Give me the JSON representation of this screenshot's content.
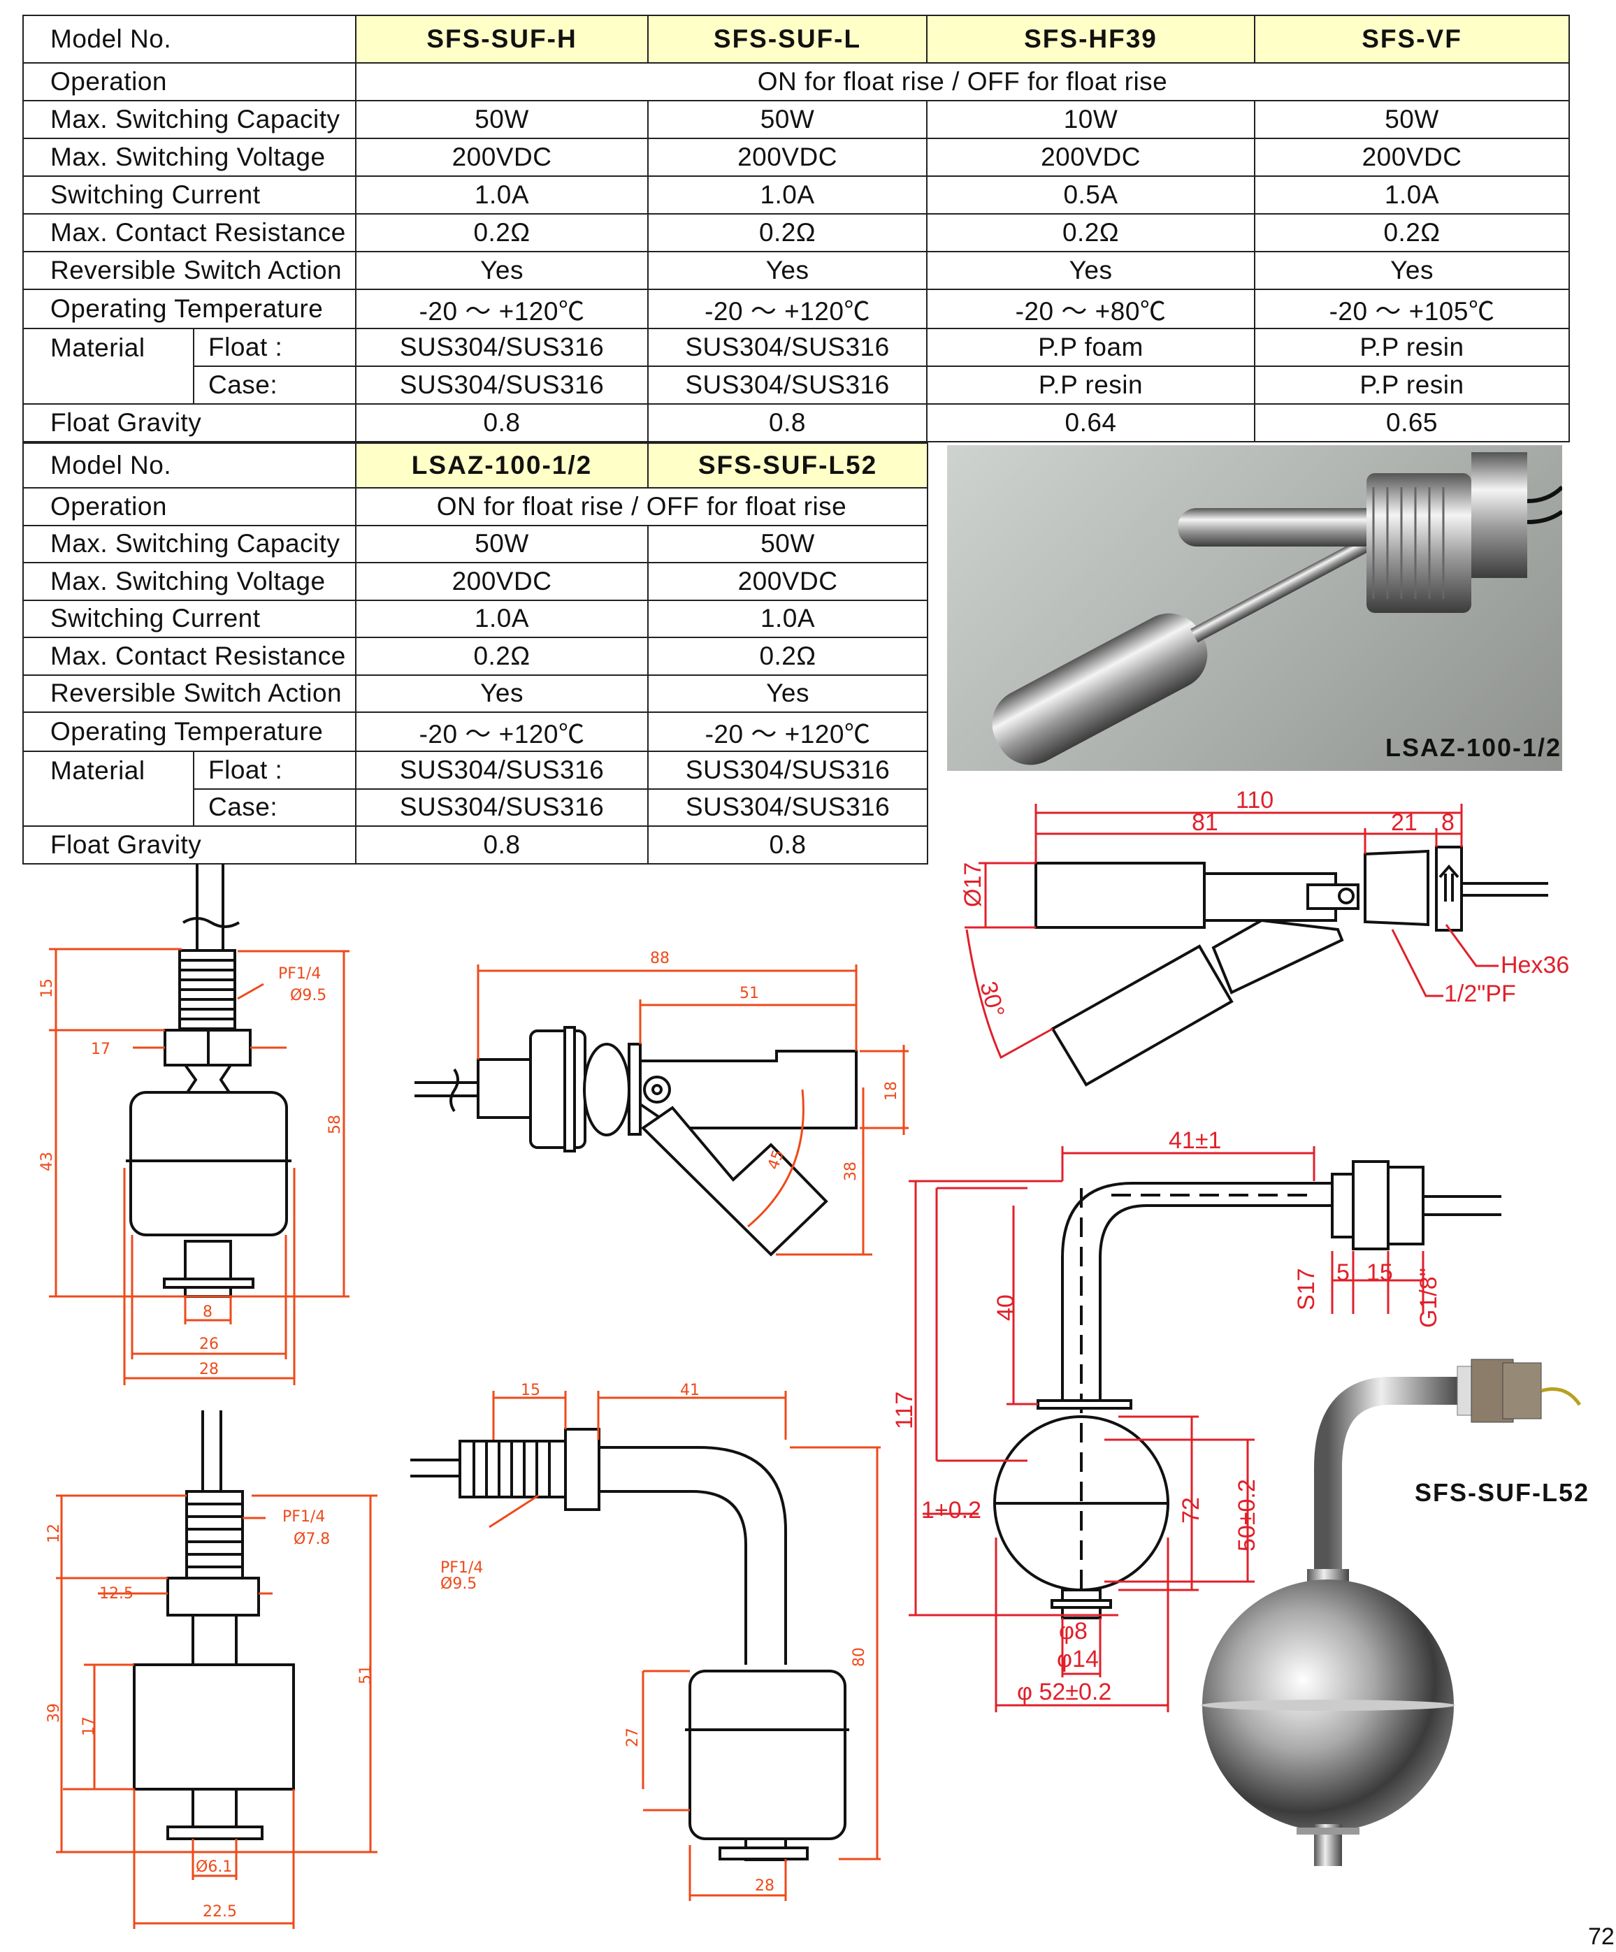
{
  "table1": {
    "header_label": "Model No.",
    "models": [
      "SFS-SUF-H",
      "SFS-SUF-L",
      "SFS-HF39",
      "SFS-VF"
    ],
    "operation": {
      "label": "Operation",
      "value": "ON for float rise   /   OFF for float rise"
    },
    "rows": [
      {
        "label": "Max. Switching Capacity",
        "values": [
          "50W",
          "50W",
          "10W",
          "50W"
        ]
      },
      {
        "label": "Max. Switching Voltage",
        "values": [
          "200VDC",
          "200VDC",
          "200VDC",
          "200VDC"
        ]
      },
      {
        "label": "Switching Current",
        "values": [
          "1.0A",
          "1.0A",
          "0.5A",
          "1.0A"
        ]
      },
      {
        "label": "Max. Contact Resistance",
        "values": [
          "0.2Ω",
          "0.2Ω",
          "0.2Ω",
          "0.2Ω"
        ]
      },
      {
        "label": "Reversible Switch Action",
        "values": [
          "Yes",
          "Yes",
          "Yes",
          "Yes"
        ]
      },
      {
        "label": "Operating Temperature",
        "values": [
          "-20 ～ +120℃",
          "-20 ～ +120℃",
          "-20 ～ +80℃",
          "-20 ～ +105℃"
        ]
      }
    ],
    "material": {
      "label": "Material",
      "float_label": "Float :",
      "case_label": "Case:",
      "float": [
        "SUS304/SUS316",
        "SUS304/SUS316",
        "P.P foam",
        "P.P resin"
      ],
      "case": [
        "SUS304/SUS316",
        "SUS304/SUS316",
        "P.P resin",
        "P.P resin"
      ]
    },
    "gravity": {
      "label": "Float Gravity",
      "values": [
        "0.8",
        "0.8",
        "0.64",
        "0.65"
      ]
    }
  },
  "table2": {
    "header_label": "Model No.",
    "models": [
      "LSAZ-100-1/2",
      "SFS-SUF-L52"
    ],
    "operation": {
      "label": "Operation",
      "value": "ON for float rise   /   OFF for float rise"
    },
    "rows": [
      {
        "label": "Max. Switching Capacity",
        "values": [
          "50W",
          "50W"
        ]
      },
      {
        "label": "Max. Switching Voltage",
        "values": [
          "200VDC",
          "200VDC"
        ]
      },
      {
        "label": "Switching Current",
        "values": [
          "1.0A",
          "1.0A"
        ]
      },
      {
        "label": "Max. Contact Resistance",
        "values": [
          "0.2Ω",
          "0.2Ω"
        ]
      },
      {
        "label": "Reversible Switch Action",
        "values": [
          "Yes",
          "Yes"
        ]
      },
      {
        "label": "Operating Temperature",
        "values": [
          "-20 ～ +120℃",
          "-20 ～ +120℃"
        ]
      }
    ],
    "material": {
      "label": "Material",
      "float_label": "Float :",
      "case_label": "Case:",
      "float": [
        "SUS304/SUS316",
        "SUS304/SUS316"
      ],
      "case": [
        "SUS304/SUS316",
        "SUS304/SUS316"
      ]
    },
    "gravity": {
      "label": "Float Gravity",
      "values": [
        "0.8",
        "0.8"
      ]
    }
  },
  "photos": {
    "lsaz_label": "LSAZ-100-1/2",
    "l52_label": "SFS-SUF-L52"
  },
  "drawings": {
    "suf_h": {
      "thread": "PF1/4",
      "dia": "Ø9.5",
      "d15": "15",
      "d17": "17",
      "d43": "43",
      "d58": "58",
      "d8": "8",
      "d26": "26",
      "d28": "28"
    },
    "suf_l": {
      "d88": "88",
      "d51": "51",
      "d18": "18",
      "d38": "38",
      "d45": "45"
    },
    "lsaz": {
      "d110": "110",
      "d81": "81",
      "d21": "21",
      "d8": "8",
      "dia": "Ø17",
      "angle": "30°",
      "hex": "Hex36",
      "thread": "1/2\"PF"
    },
    "hf39": {
      "thread": "PF1/4",
      "dia": "Ø7.8",
      "d12": "12",
      "d12_5": "12.5",
      "d39": "39",
      "d17": "17",
      "d51": "51",
      "d6_1": "Ø6.1",
      "d22_5": "22.5"
    },
    "vf": {
      "d15": "15",
      "d41": "41",
      "thread": "PF1/4",
      "dia": "Ø9.5",
      "d80": "80",
      "d27": "27",
      "d28": "28"
    },
    "l52": {
      "d41": "41±1",
      "s17": "S17",
      "d5": "5",
      "d15": "15",
      "g18": "G1/8\"",
      "d40": "40",
      "d117": "117",
      "d1": "1+0.2",
      "d72": "72",
      "d50": "50±0.2",
      "phi8": "φ8",
      "phi14": "φ14",
      "phi52": "φ 52±0.2"
    }
  },
  "page_number": "72"
}
